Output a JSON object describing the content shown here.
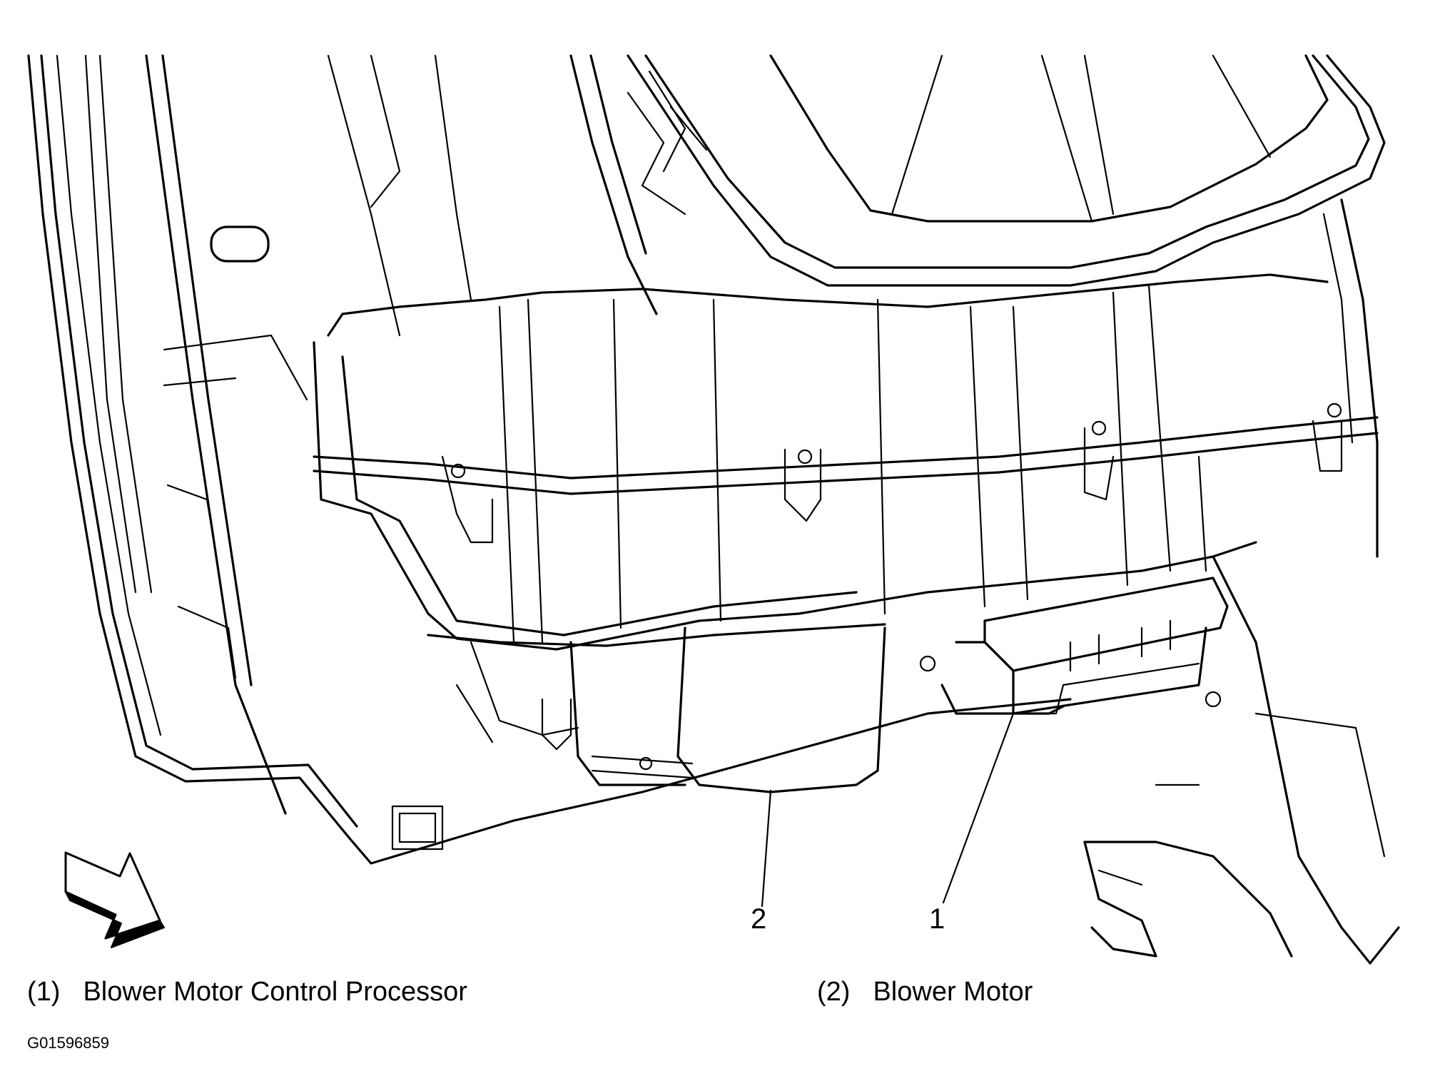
{
  "callouts": [
    {
      "number": "1",
      "target": "blower-motor-control-processor"
    },
    {
      "number": "2",
      "target": "blower-motor"
    }
  ],
  "legend": [
    {
      "number": "(1)",
      "label": "Blower Motor Control Processor"
    },
    {
      "number": "(2)",
      "label": "Blower Motor"
    }
  ],
  "figure_id": "G01596859",
  "icons": [
    "forward-direction-arrow-icon"
  ],
  "colors": {
    "line": "#000000",
    "background": "#ffffff"
  }
}
